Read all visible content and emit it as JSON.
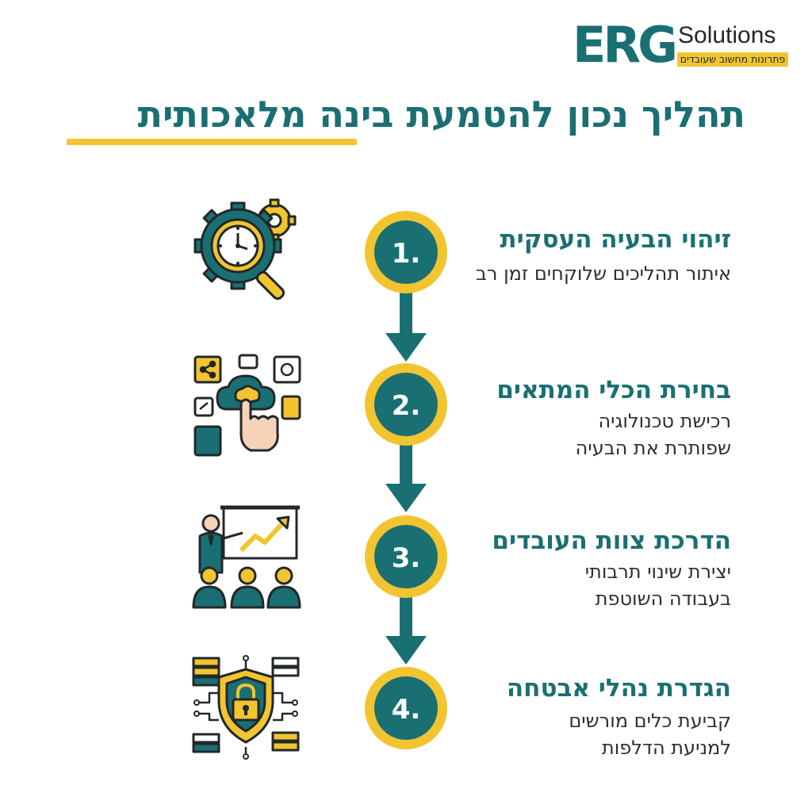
{
  "brand": {
    "name": "ERG",
    "suffix": "Solutions",
    "tagline": "פתרונות מחשוב שעובדים"
  },
  "title": "תהליך נכון להטמעת בינה מלאכותית",
  "colors": {
    "teal": "#1a6f73",
    "yellow": "#f2c430",
    "dark": "#22282a"
  },
  "steps": [
    {
      "number": "1.",
      "title": "זיהוי הבעיה העסקית",
      "desc_lines": [
        "איתור תהליכים שלוקחים זמן רב"
      ],
      "icon": "gear-clock-magnifier-icon"
    },
    {
      "number": "2.",
      "title": "בחירת הכלי המתאים",
      "desc_lines": [
        "רכישת טכנולוגיה",
        "שפותרת את הבעיה"
      ],
      "icon": "cloud-brain-touch-icon"
    },
    {
      "number": "3.",
      "title": "הדרכת צוות העובדים",
      "desc_lines": [
        "יצירת שינוי תרבותי",
        "בעבודה השוטפת"
      ],
      "icon": "presentation-team-icon"
    },
    {
      "number": "4.",
      "title": "הגדרת נהלי אבטחה",
      "desc_lines": [
        "קביעת כלים מורשים",
        "למניעת הדלפות"
      ],
      "icon": "security-shield-lock-icon"
    }
  ]
}
